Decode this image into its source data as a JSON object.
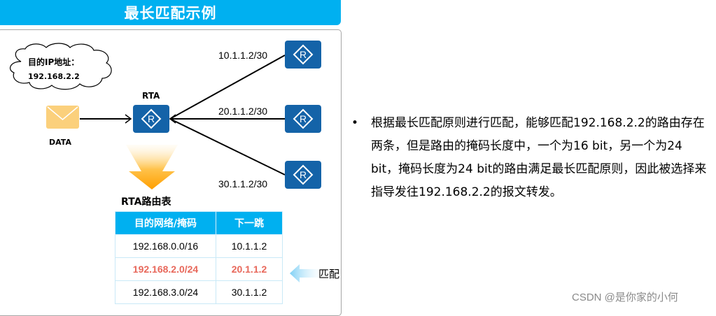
{
  "header": {
    "title": "最长匹配示例"
  },
  "diagram": {
    "cloud": {
      "line1": "目的IP地址：",
      "line2": "192.168.2.2"
    },
    "packet": {
      "label": "DATA",
      "icon": "envelope-icon"
    },
    "source_router": {
      "label": "RTA",
      "icon": "router-icon",
      "glyph": "R"
    },
    "links": [
      {
        "label": "10.1.1.2/30",
        "router_glyph": "R"
      },
      {
        "label": "20.1.1.2/30",
        "router_glyph": "R"
      },
      {
        "label": "30.1.1.2/30",
        "router_glyph": "R"
      }
    ],
    "colors": {
      "router": "#1463a8",
      "header": "#00b0f0",
      "highlight": "#e8685b",
      "envelope": "#fbd07c",
      "arrow": "#ffb31a"
    }
  },
  "routing_table": {
    "title": "RTA路由表",
    "columns": [
      "目的网络/掩码",
      "下一跳"
    ],
    "rows": [
      {
        "dest": "192.168.0.0/16",
        "next_hop": "10.1.1.2",
        "highlight": false
      },
      {
        "dest": "192.168.2.0/24",
        "next_hop": "20.1.1.2",
        "highlight": true
      },
      {
        "dest": "192.168.3.0/24",
        "next_hop": "30.1.1.2",
        "highlight": false
      }
    ],
    "match_label": "匹配"
  },
  "description": {
    "bullet": "•",
    "text": "根据最长匹配原则进行匹配，能够匹配192.168.2.2的路由存在两条，但是路由的掩码长度中，一个为16 bit，另一个为24 bit，掩码长度为24 bit的路由满足最长匹配原则，因此被选择来指导发往192.168.2.2的报文转发。"
  },
  "watermark": "CSDN @是你家的小何"
}
